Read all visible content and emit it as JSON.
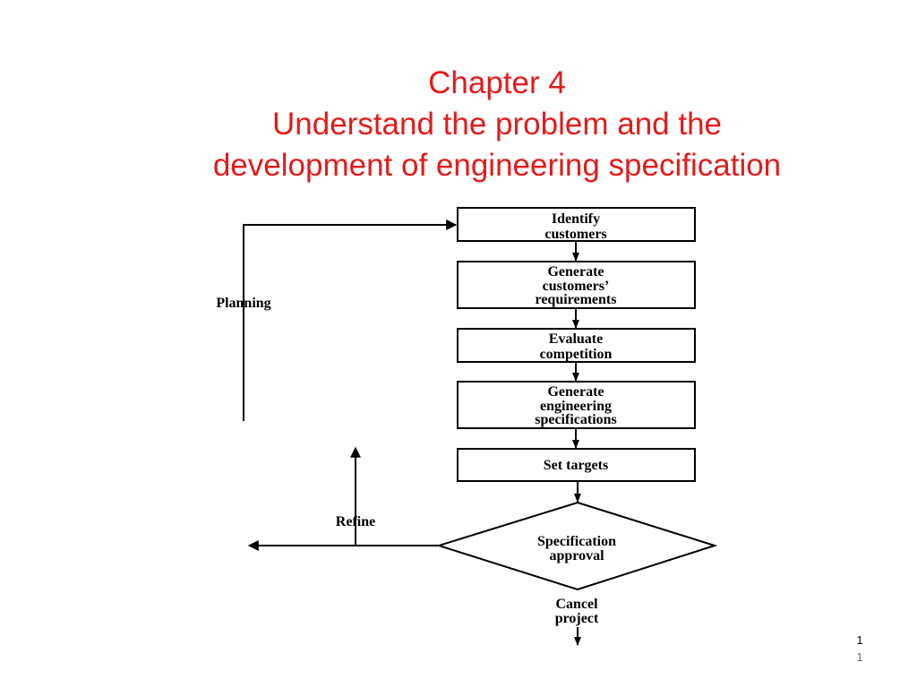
{
  "slide": {
    "title_lines": [
      "Chapter 4",
      "Understand the problem and the",
      "development of engineering specification"
    ],
    "title_color": "#e31b1b",
    "text_color": "#000000",
    "slide_number": "1",
    "slide_number_secondary": "1",
    "slide_number_secondary_color": "#6b6b6b"
  },
  "flowchart": {
    "steps": [
      {
        "lines": [
          "Identify",
          "customers"
        ]
      },
      {
        "lines": [
          "Generate",
          "customers’",
          "requirements"
        ]
      },
      {
        "lines": [
          "Evaluate",
          "competition"
        ]
      },
      {
        "lines": [
          "Generate",
          "engineering",
          "specifications"
        ]
      },
      {
        "lines": [
          "Set targets"
        ]
      }
    ],
    "decision": {
      "lines": [
        "Specification",
        "approval"
      ]
    },
    "outcome": {
      "lines": [
        "Cancel",
        "project"
      ]
    },
    "loop_labels": {
      "planning": "Planning",
      "refine": "Refine"
    }
  }
}
